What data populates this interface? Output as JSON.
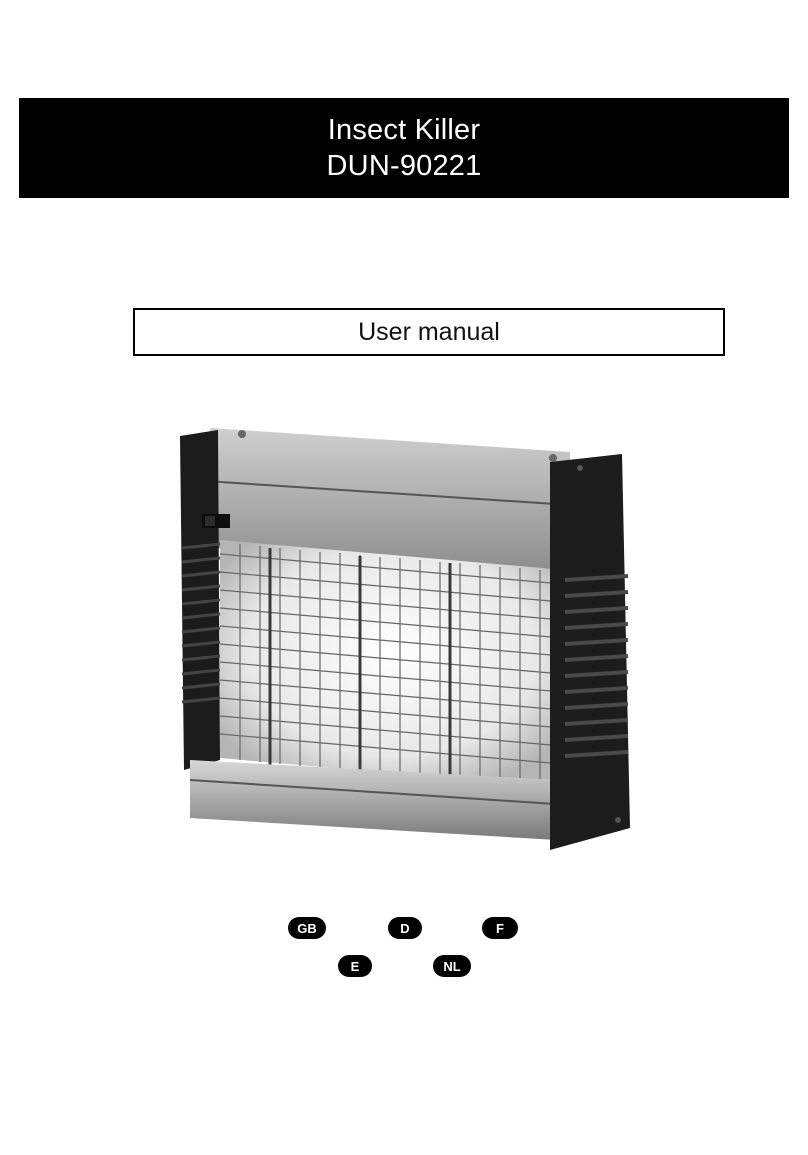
{
  "header": {
    "product_name": "Insect Killer",
    "model": "DUN-90221"
  },
  "subtitle": "User manual",
  "product_image": {
    "icon": "insect-killer-device-photo"
  },
  "languages": [
    "GB",
    "D",
    "F",
    "E",
    "NL"
  ],
  "colors": {
    "header_bg": "#000000",
    "header_text": "#ffffff",
    "badge_bg": "#000000"
  }
}
